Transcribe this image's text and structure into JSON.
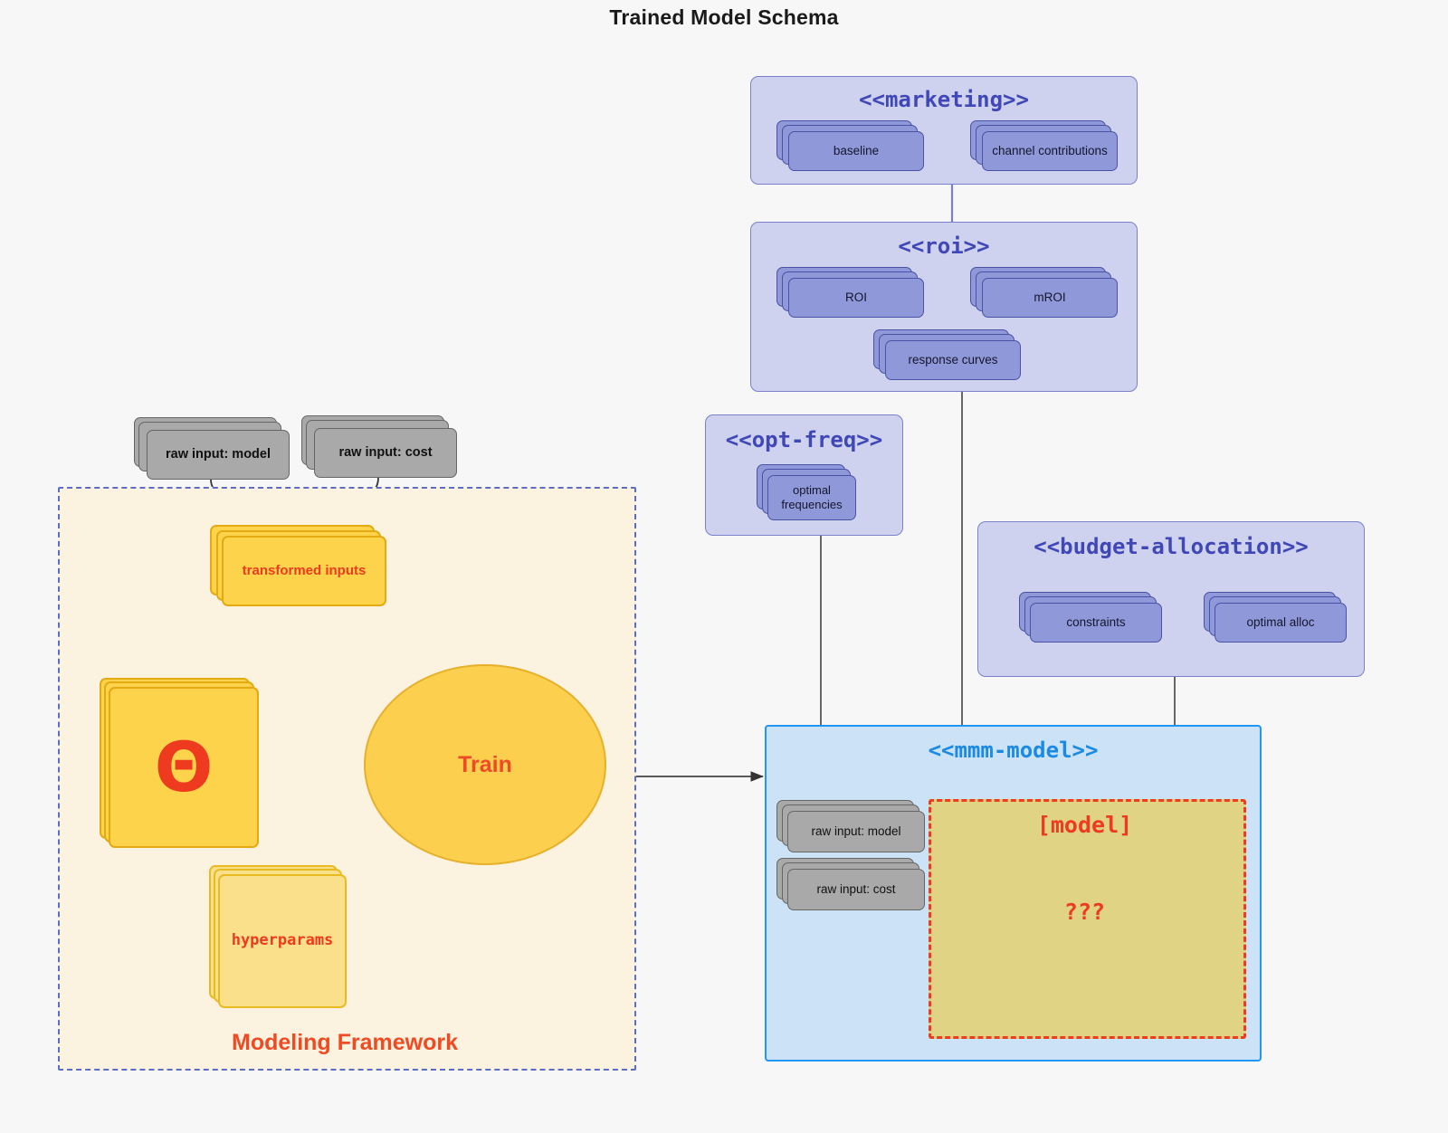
{
  "page": {
    "title": "Trained Model Schema",
    "background": "#f7f7f7"
  },
  "colors": {
    "package_fill": "#cfd2ee",
    "package_border": "#7a80cc",
    "package_title": "#4048b8",
    "node_fill": "#8f98d8",
    "node_border": "#4a52a6",
    "grey_fill": "#a9a9a9",
    "grey_border": "#666666",
    "yellow_deep": "#fcd34a",
    "yellow_light": "#fae08a",
    "accent_red": "#ee3a1f",
    "mmm_fill": "#cbe2f7",
    "mmm_border": "#2196f3",
    "model_fill": "#e0d384",
    "framework_fill": "#fbf2e0",
    "framework_border": "#5b6ec4"
  },
  "framework": {
    "label": "Modeling Framework",
    "raw_inputs": [
      {
        "label": "raw input: model"
      },
      {
        "label": "raw input: cost"
      }
    ],
    "transformed_inputs": {
      "label": "transformed inputs"
    },
    "theta": {
      "label": "Θ"
    },
    "hyperparams": {
      "label": "hyperparams"
    },
    "train": {
      "label": "Train"
    }
  },
  "packages": [
    {
      "id": "marketing",
      "title": "<<marketing>>",
      "nodes": [
        {
          "label": "baseline"
        },
        {
          "label": "channel contributions"
        }
      ],
      "association": "bidirectional"
    },
    {
      "id": "roi",
      "title": "<<roi>>",
      "nodes": [
        {
          "label": "ROI"
        },
        {
          "label": "mROI"
        },
        {
          "label": "response curves"
        }
      ],
      "association": "bidirectional"
    },
    {
      "id": "opt-freq",
      "title": "<<opt-freq>>",
      "nodes": [
        {
          "label": "optimal\nfrequencies",
          "line1": "optimal",
          "line2": "frequencies"
        }
      ]
    },
    {
      "id": "budget-allocation",
      "title": "<<budget-allocation>>",
      "nodes": [
        {
          "label": "constraints"
        },
        {
          "label": "optimal alloc"
        }
      ],
      "association": "bidirectional"
    },
    {
      "id": "mmm-model",
      "title": "<<mmm-model>>",
      "nodes": [
        {
          "label": "raw input: model"
        },
        {
          "label": "raw input: cost"
        }
      ],
      "model_placeholder": {
        "name": "[model]",
        "unknown": "???"
      }
    }
  ],
  "connectors": [
    {
      "from": "raw input: model",
      "to": "transformed inputs",
      "style": "curved-arrow"
    },
    {
      "from": "raw input: cost",
      "to": "transformed inputs",
      "style": "curved-arrow"
    },
    {
      "from": "transformed inputs",
      "to": "Train",
      "style": "curved-arrow-red"
    },
    {
      "from": "Θ",
      "to": "Train",
      "style": "straight-arrow-red"
    },
    {
      "from": "hyperparams",
      "to": "Train",
      "style": "curved-arrow-red"
    },
    {
      "from": "Modeling Framework",
      "to": "<<mmm-model>>",
      "style": "straight-arrow"
    },
    {
      "from": "<<marketing>>",
      "to": "<<roi>>",
      "style": "line"
    },
    {
      "from": "<<roi>>",
      "to": "<<mmm-model>>",
      "style": "line"
    },
    {
      "from": "<<opt-freq>>",
      "to": "<<mmm-model>>",
      "style": "line"
    },
    {
      "from": "<<budget-allocation>>",
      "to": "<<mmm-model>>",
      "style": "line"
    }
  ]
}
